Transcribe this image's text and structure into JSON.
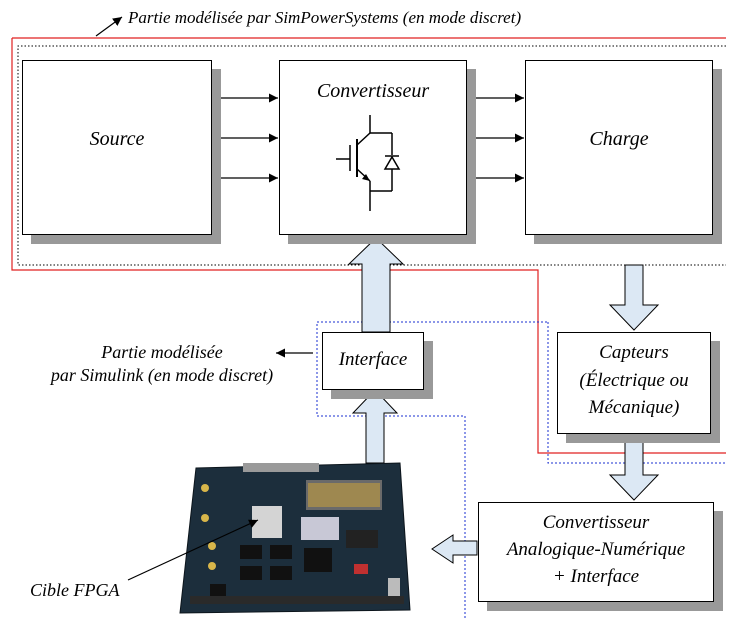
{
  "title": "Partie modélisée par SimPowerSystems (en mode discret)",
  "simulink_label": [
    "Partie modélisée",
    "par Simulink (en mode discret)"
  ],
  "blocks": {
    "source": "Source",
    "converter": "Convertisseur",
    "load": "Charge",
    "interface": "Interface",
    "sensors": [
      "Capteurs",
      "(Électrique ou",
      "Mécanique)"
    ],
    "adc": [
      "Convertisseur",
      "Analogique-Numérique",
      "+ Interface"
    ]
  },
  "fpga_label": "Cible FPGA",
  "colors": {
    "simpowersystems_border": "#e02020",
    "simulink_border": "#1a2fd0",
    "block_shadow": "#999999",
    "big_arrow_fill": "#dce8f4",
    "fpga_board": "#1c2e3c"
  }
}
